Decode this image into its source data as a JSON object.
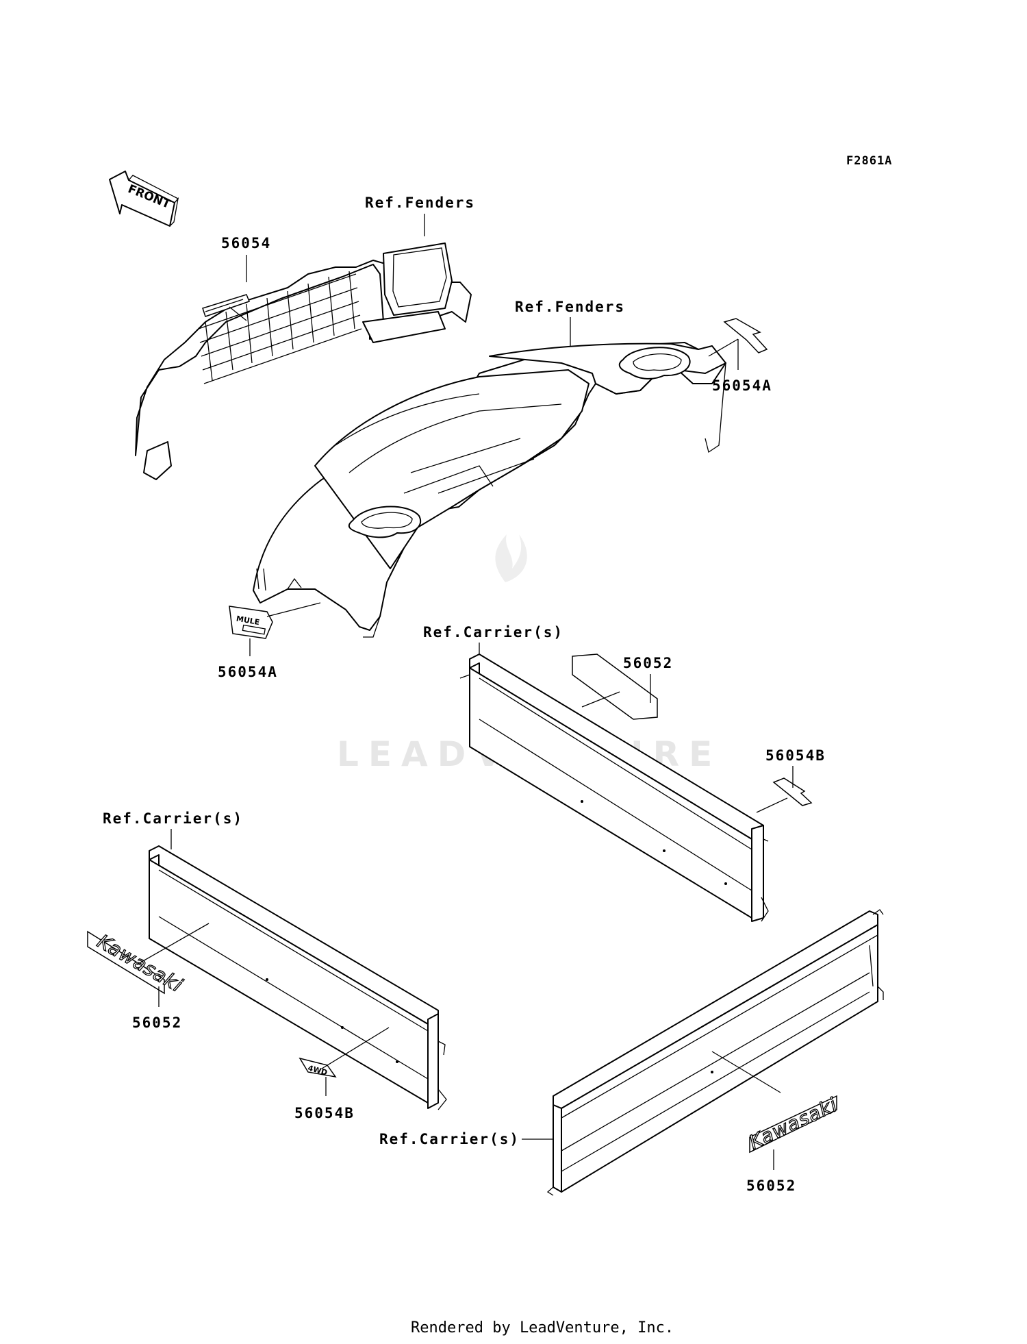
{
  "diagram": {
    "code": "F2861A",
    "front_label": "FRONT",
    "watermark": "LEADVENTURE",
    "footer": "Rendered by LeadVenture, Inc.",
    "callouts": [
      {
        "id": "ref-fenders-1",
        "text": "Ref.Fenders"
      },
      {
        "id": "p56054-top",
        "text": "56054"
      },
      {
        "id": "ref-fenders-2",
        "text": "Ref.Fenders"
      },
      {
        "id": "p56054a-right",
        "text": "56054A"
      },
      {
        "id": "p56054a-left",
        "text": "56054A"
      },
      {
        "id": "ref-carrier-1",
        "text": "Ref.Carrier(s)"
      },
      {
        "id": "p56052-mid",
        "text": "56052"
      },
      {
        "id": "p56054b-right",
        "text": "56054B"
      },
      {
        "id": "ref-carrier-2",
        "text": "Ref.Carrier(s)"
      },
      {
        "id": "p56052-left",
        "text": "56052"
      },
      {
        "id": "p56054b-left",
        "text": "56054B"
      },
      {
        "id": "ref-carrier-3",
        "text": "Ref.Carrier(s)"
      },
      {
        "id": "p56052-right",
        "text": "56052"
      }
    ],
    "decals": {
      "kawasaki": "Kawasaki",
      "mule": "MULE",
      "fourwd": "4WD"
    }
  }
}
